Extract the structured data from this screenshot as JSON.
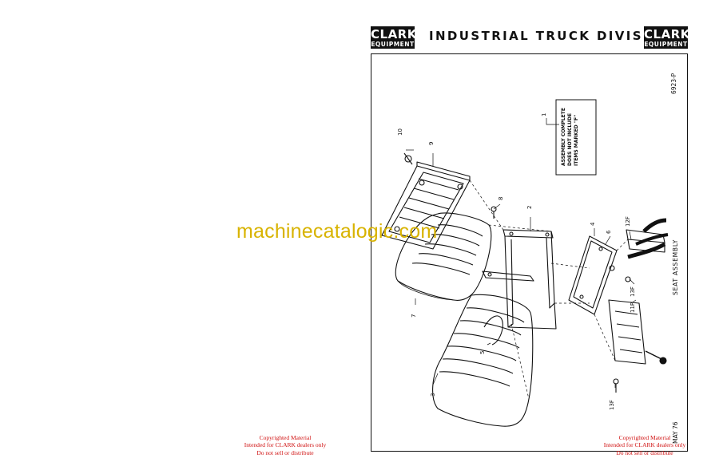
{
  "header": {
    "logo_left": {
      "line1": "CLARK",
      "line2": "EQUIPMENT"
    },
    "title": "INDUSTRIAL TRUCK DIVISION",
    "logo_right": {
      "line1": "CLARK",
      "line2": "EQUIPMENT"
    }
  },
  "drawing": {
    "code": "6923-P",
    "note_lines": [
      "ASSEMBLY COMPLETE",
      "DOES NOT INCLUDE",
      "ITEMS MARKED \"F\""
    ],
    "title": "SEAT ASSEMBLY",
    "date": "MAY 76",
    "callouts": [
      "1",
      "2",
      "3",
      "4",
      "5",
      "6",
      "7",
      "8",
      "9",
      "10",
      "11F",
      "12F",
      "13F",
      "13F"
    ]
  },
  "watermark": "machinecatalogic.com",
  "copyright_notice": {
    "left": [
      "Copyrighted Material",
      "Intended for CLARK dealers only",
      "Do not sell or distribute"
    ],
    "right": [
      "Copyrighted Material",
      "Intended for CLARK dealers only",
      "Do not sell or distribute"
    ]
  }
}
